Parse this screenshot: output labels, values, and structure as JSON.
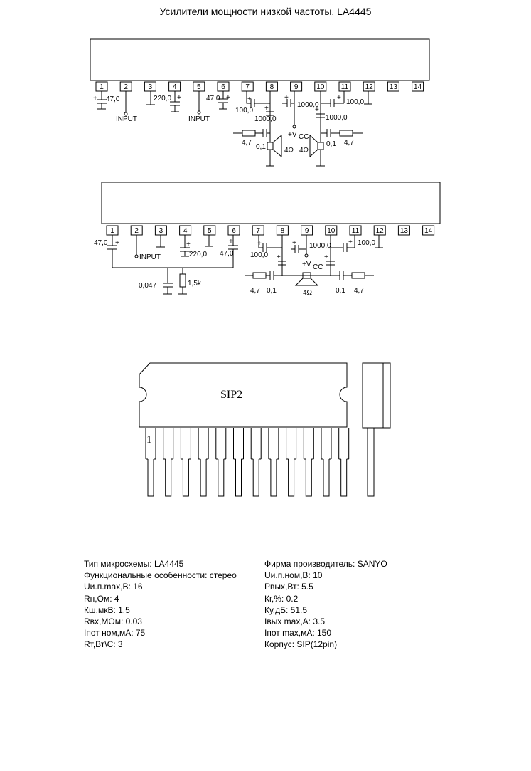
{
  "title": "Усилители мощности низкой частоты, LA4445",
  "circuit1": {
    "pins": [
      "1",
      "2",
      "3",
      "4",
      "5",
      "6",
      "7",
      "8",
      "9",
      "10",
      "11",
      "12",
      "13",
      "14"
    ],
    "labels": {
      "c_pin1": "47,0",
      "input_a": "INPUT",
      "c_pin4": "220,0",
      "input_b": "INPUT",
      "c_pin6": "47,0",
      "c_pin7": "100,0",
      "c_out_l": "1000,0",
      "c_vcc": "1000,0",
      "c_out_r": "1000,0",
      "c_pin11": "100,0",
      "vcc": "+V",
      "vcc_sub": "CC",
      "r_left": "4,7",
      "c_left": "0,1",
      "spk_left": "4Ω",
      "spk_right": "4Ω",
      "c_right": "0,1",
      "r_right": "4,7"
    }
  },
  "circuit2": {
    "pins": [
      "1",
      "2",
      "3",
      "4",
      "5",
      "6",
      "7",
      "8",
      "9",
      "10",
      "11",
      "12",
      "13",
      "14"
    ],
    "labels": {
      "c_pin1": "47,0",
      "input": "INPUT",
      "c_pin4": "220,0",
      "c_pin6": "47,0",
      "c_pin7": "100,0",
      "c_vcc": "1000,0",
      "c_pin11": "100,0",
      "vcc": "+V",
      "vcc_sub": "CC",
      "c_047": "0,047",
      "r_15k": "1,5k",
      "r_left": "4,7",
      "c_left": "0,1",
      "spk": "4Ω",
      "c_right": "0,1",
      "r_right": "4,7"
    }
  },
  "package": {
    "name": "SIP2",
    "pin1": "1"
  },
  "specs_left": [
    "Тип микросхемы: LA4445",
    "Функциональные особенности: стерео",
    "Uи.п.max,В: 16",
    "Rн,Ом: 4",
    "Кш,мкВ: 1.5",
    "Rвх,МОм: 0.03",
    "Iпот ном,мА: 75",
    "Rт,Вт\\С: 3"
  ],
  "specs_right": [
    "Фирма производитель: SANYO",
    "Uи.п.ном,В: 10",
    "Pвых,Вт: 5.5",
    "Кг,%: 0.2",
    "Ку,дБ: 51.5",
    "Iвых max,А: 3.5",
    "Iпот max,мА: 150",
    "Корпус: SIP(12pin)"
  ]
}
